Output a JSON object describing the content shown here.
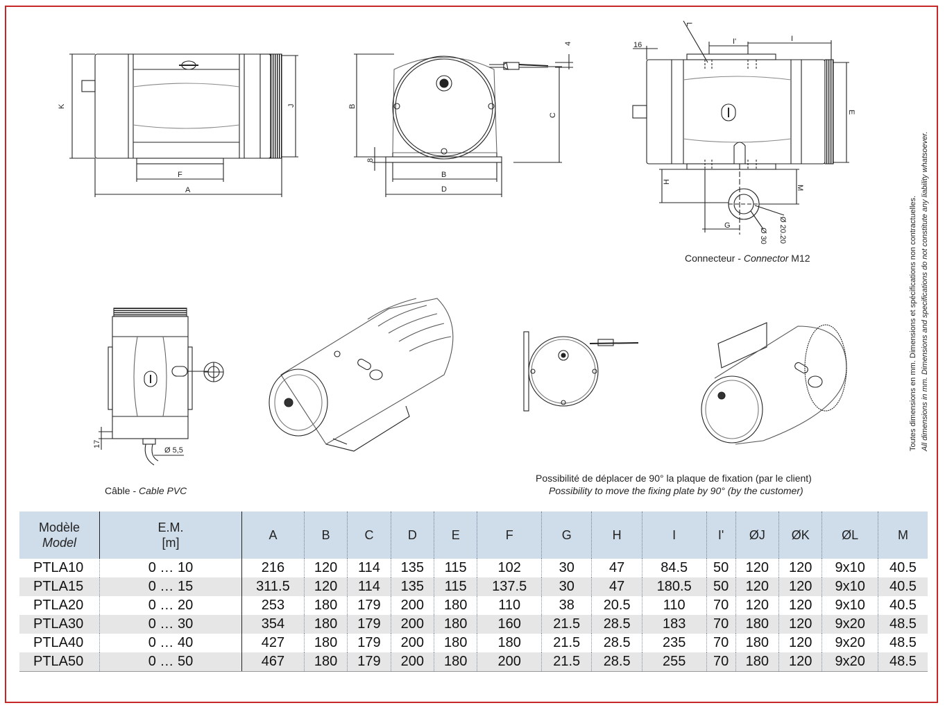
{
  "drawing_labels": {
    "front_view": {
      "K": "K",
      "J": "J",
      "F": "F",
      "A": "A"
    },
    "side_view": {
      "B_height": "B",
      "C": "C",
      "dim_4": "4",
      "dim_8": "8",
      "B_width": "B",
      "D": "D"
    },
    "top_view": {
      "L": "L",
      "dim_16": "16",
      "I_prime": "I'",
      "I": "I",
      "E": "E",
      "H": "H",
      "M": "M",
      "G": "G",
      "phi_30": "Ø 30",
      "phi_2020": "Ø 20.20"
    },
    "bottom_view": {
      "dim_17": "17",
      "phi_55": "Ø 5,5"
    }
  },
  "captions": {
    "connector_fr": "Connecteur - ",
    "connector_en": "Connector",
    "connector_suffix": " M12",
    "cable_fr": "Câble - ",
    "cable_en": "Cable PVC",
    "plate_fr": "Possibilité de déplacer de 90° la plaque de fixation (par le client)",
    "plate_en": "Possibility to move the fixing plate by 90° (by the customer)"
  },
  "side_note": {
    "line1": "Toutes dimensions en mm. Dimensions et spécifications non contractuelles.",
    "line2": "All dimensions in mm. Dimensions and specifications do not constitute any liability whatsoever."
  },
  "table": {
    "model_fr": "Modèle",
    "model_en": "Model",
    "em_line1": "E.M.",
    "em_line2": "[m]",
    "columns": [
      "A",
      "B",
      "C",
      "D",
      "E",
      "F",
      "G",
      "H",
      "I",
      "I'",
      "ØJ",
      "ØK",
      "ØL",
      "M"
    ],
    "rows": [
      {
        "model": "PTLA10",
        "em": "0 … 10",
        "values": [
          "216",
          "120",
          "114",
          "135",
          "115",
          "102",
          "30",
          "47",
          "84.5",
          "50",
          "120",
          "120",
          "9x10",
          "40.5"
        ]
      },
      {
        "model": "PTLA15",
        "em": "0 … 15",
        "values": [
          "311.5",
          "120",
          "114",
          "135",
          "115",
          "137.5",
          "30",
          "47",
          "180.5",
          "50",
          "120",
          "120",
          "9x10",
          "40.5"
        ]
      },
      {
        "model": "PTLA20",
        "em": "0 … 20",
        "values": [
          "253",
          "180",
          "179",
          "200",
          "180",
          "110",
          "38",
          "20.5",
          "110",
          "70",
          "120",
          "120",
          "9x10",
          "40.5"
        ]
      },
      {
        "model": "PTLA30",
        "em": "0 … 30",
        "values": [
          "354",
          "180",
          "179",
          "200",
          "180",
          "160",
          "21.5",
          "28.5",
          "183",
          "70",
          "180",
          "120",
          "9x20",
          "48.5"
        ]
      },
      {
        "model": "PTLA40",
        "em": "0 … 40",
        "values": [
          "427",
          "180",
          "179",
          "200",
          "180",
          "180",
          "21.5",
          "28.5",
          "235",
          "70",
          "180",
          "120",
          "9x20",
          "48.5"
        ]
      },
      {
        "model": "PTLA50",
        "em": "0 … 50",
        "values": [
          "467",
          "180",
          "179",
          "200",
          "180",
          "200",
          "21.5",
          "28.5",
          "255",
          "70",
          "180",
          "120",
          "9x20",
          "48.5"
        ]
      }
    ]
  },
  "colors": {
    "frame": "#c62828",
    "header_bg": "#cfdcea",
    "row_shade": "#e6e6e6"
  }
}
